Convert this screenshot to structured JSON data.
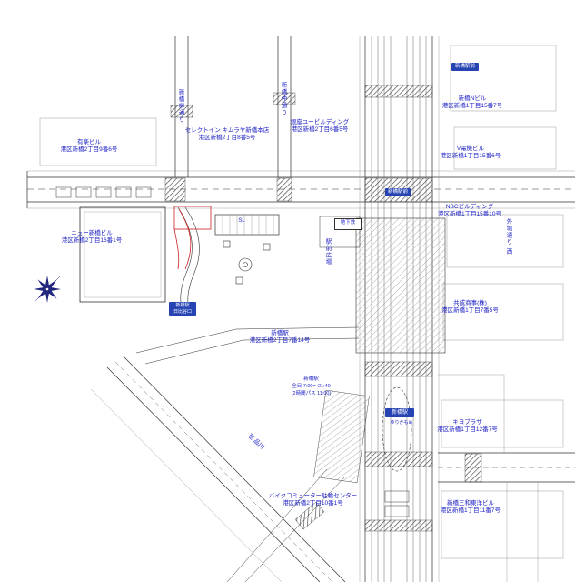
{
  "colors": {
    "label_blue": "#1a1ec4",
    "sign_blue": "#2643b4",
    "line_black": "#333333",
    "accent_red": "#cc2222"
  },
  "signs": [
    {
      "name": "sign-ekimae-north",
      "text": "新橋駅前"
    },
    {
      "name": "sign-intersection",
      "text": "新橋駅前"
    },
    {
      "name": "sign-hibiya-exit",
      "text": "新橋駅\n日比谷口"
    },
    {
      "name": "sign-yurikamome-station",
      "text": "新橋駅"
    }
  ],
  "labels": [
    {
      "name": "bldg-shimbashi-n",
      "text": "新橋Nビル\n港区新橋1丁目15番7号"
    },
    {
      "name": "road-yanagi-dori",
      "text": "新橋柳通り"
    },
    {
      "name": "road-naka-dori",
      "text": "新橋仲通り"
    },
    {
      "name": "bldg-yuraku",
      "text": "有楽ビル\n港区新橋2丁目9番6号"
    },
    {
      "name": "bldg-kimuraya",
      "text": "セレクトイン キムラヤ新橋本店\n港区新橋2丁目8番5号"
    },
    {
      "name": "bldg-ginza-u",
      "text": "銀座ユービルディング\n港区新橋2丁目6番5号"
    },
    {
      "name": "bldg-v-denki",
      "text": "V電機ビル\n港区新橋1丁目15番6号"
    },
    {
      "name": "bldg-nbc",
      "text": "NBCビルディング\n港区新橋1丁目15番10号"
    },
    {
      "name": "bldg-new-shimbashi",
      "text": "ニュー新橋ビル\n港区新橋2丁目16番1号"
    },
    {
      "name": "road-sotobori-dori",
      "text": "外堀通り 西"
    },
    {
      "name": "ekimae-plaza",
      "text": "駅前広場"
    },
    {
      "name": "metro-entrance",
      "text": "地下鉄"
    },
    {
      "name": "bldg-kyosei",
      "text": "共成商事(株)\n港区新橋1丁目7番5号"
    },
    {
      "name": "station-address",
      "text": "新橋駅\n港区新橋2丁目7番14号"
    },
    {
      "name": "station-hours",
      "text": "新橋駅\n全日 7:00〜21:40\n(2時間パス 11:00)"
    },
    {
      "name": "yurikamome-line",
      "text": "ゆりかもめ"
    },
    {
      "name": "to-shinagawa",
      "text": "至 品川"
    },
    {
      "name": "bldg-kiyo-plaza",
      "text": "キヨブラザ\n港区新橋1丁目12番7号"
    },
    {
      "name": "bike-commuter-center",
      "text": "バイクコミューター駐輪センター\n港区新橋2丁目10番1号"
    },
    {
      "name": "bldg-sanwa-toyo",
      "text": "新橋三和東洋ビル\n港区新橋1丁目11番7号"
    },
    {
      "name": "sl-plaza",
      "text": "SL"
    }
  ]
}
